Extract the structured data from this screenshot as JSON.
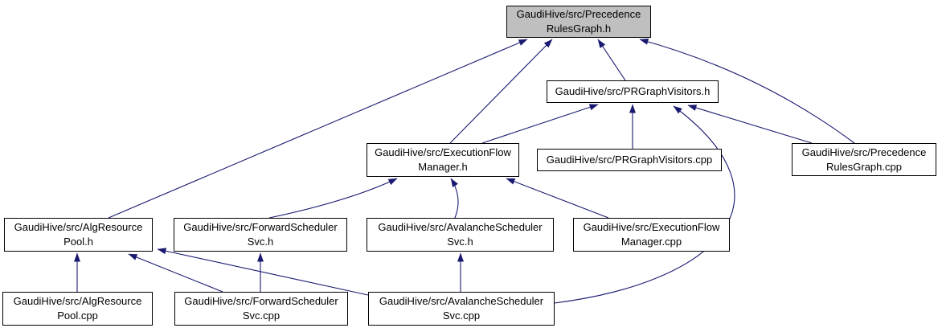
{
  "diagram": {
    "kind": "doxygen-include-dependency-graph",
    "root_file": "GaudiHive/src/PrecedenceRulesGraph.h",
    "colors": {
      "background": "#ffffff",
      "node_fill": "#ffffff",
      "selected_node_fill": "#bfbfbf",
      "node_border": "#000000",
      "edge": "#191970",
      "text": "#000000"
    },
    "nodes": [
      {
        "id": "precedence-rules-graph-h",
        "label": "GaudiHive/src/Precedence\nRulesGraph.h",
        "selected": true
      },
      {
        "id": "prgraph-visitors-h",
        "label": "GaudiHive/src/PRGraphVisitors.h",
        "selected": false
      },
      {
        "id": "execution-flow-manager-h",
        "label": "GaudiHive/src/ExecutionFlow\nManager.h",
        "selected": false
      },
      {
        "id": "prgraph-visitors-cpp",
        "label": "GaudiHive/src/PRGraphVisitors.cpp",
        "selected": false
      },
      {
        "id": "precedence-rules-graph-cpp",
        "label": "GaudiHive/src/Precedence\nRulesGraph.cpp",
        "selected": false
      },
      {
        "id": "alg-resource-pool-h",
        "label": "GaudiHive/src/AlgResource\nPool.h",
        "selected": false
      },
      {
        "id": "forward-scheduler-svc-h",
        "label": "GaudiHive/src/ForwardScheduler\nSvc.h",
        "selected": false
      },
      {
        "id": "avalanche-scheduler-svc-h",
        "label": "GaudiHive/src/AvalancheScheduler\nSvc.h",
        "selected": false
      },
      {
        "id": "execution-flow-manager-cpp",
        "label": "GaudiHive/src/ExecutionFlow\nManager.cpp",
        "selected": false
      },
      {
        "id": "alg-resource-pool-cpp",
        "label": "GaudiHive/src/AlgResource\nPool.cpp",
        "selected": false
      },
      {
        "id": "forward-scheduler-svc-cpp",
        "label": "GaudiHive/src/ForwardScheduler\nSvc.cpp",
        "selected": false
      },
      {
        "id": "avalanche-scheduler-svc-cpp",
        "label": "GaudiHive/src/AvalancheScheduler\nSvc.cpp",
        "selected": false
      }
    ],
    "edges": [
      {
        "from": "alg-resource-pool-h",
        "to": "precedence-rules-graph-h"
      },
      {
        "from": "execution-flow-manager-h",
        "to": "precedence-rules-graph-h"
      },
      {
        "from": "prgraph-visitors-h",
        "to": "precedence-rules-graph-h"
      },
      {
        "from": "precedence-rules-graph-cpp",
        "to": "precedence-rules-graph-h"
      },
      {
        "from": "execution-flow-manager-h",
        "to": "prgraph-visitors-h"
      },
      {
        "from": "prgraph-visitors-cpp",
        "to": "prgraph-visitors-h"
      },
      {
        "from": "avalanche-scheduler-svc-cpp",
        "to": "prgraph-visitors-h"
      },
      {
        "from": "precedence-rules-graph-cpp",
        "to": "prgraph-visitors-h"
      },
      {
        "from": "forward-scheduler-svc-h",
        "to": "execution-flow-manager-h"
      },
      {
        "from": "avalanche-scheduler-svc-h",
        "to": "execution-flow-manager-h"
      },
      {
        "from": "execution-flow-manager-cpp",
        "to": "execution-flow-manager-h"
      },
      {
        "from": "alg-resource-pool-cpp",
        "to": "alg-resource-pool-h"
      },
      {
        "from": "forward-scheduler-svc-cpp",
        "to": "alg-resource-pool-h"
      },
      {
        "from": "avalanche-scheduler-svc-cpp",
        "to": "alg-resource-pool-h"
      },
      {
        "from": "forward-scheduler-svc-cpp",
        "to": "forward-scheduler-svc-h"
      },
      {
        "from": "avalanche-scheduler-svc-cpp",
        "to": "avalanche-scheduler-svc-h"
      }
    ]
  }
}
